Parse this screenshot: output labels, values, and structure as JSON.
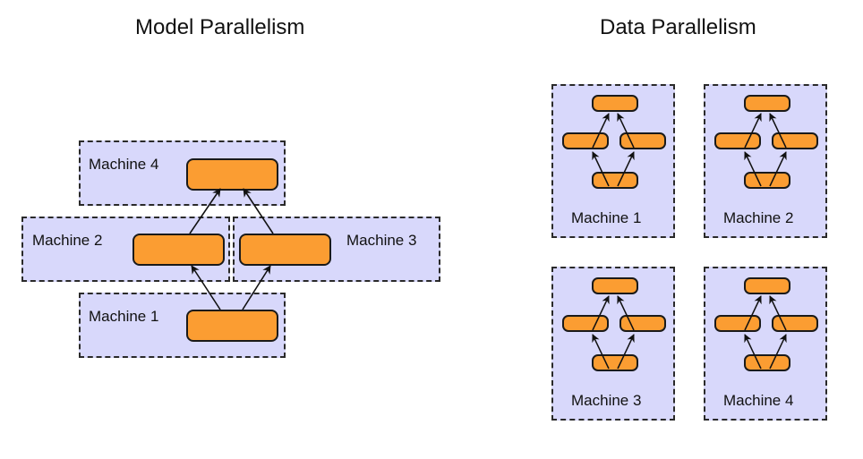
{
  "model_parallelism": {
    "title": "Model Parallelism",
    "machines": [
      {
        "label": "Machine 1"
      },
      {
        "label": "Machine 2"
      },
      {
        "label": "Machine 3"
      },
      {
        "label": "Machine 4"
      }
    ],
    "edges": [
      {
        "from": "Machine 1",
        "to": "Machine 2"
      },
      {
        "from": "Machine 1",
        "to": "Machine 3"
      },
      {
        "from": "Machine 2",
        "to": "Machine 4"
      },
      {
        "from": "Machine 3",
        "to": "Machine 4"
      }
    ]
  },
  "data_parallelism": {
    "title": "Data Parallelism",
    "machines": [
      {
        "label": "Machine 1"
      },
      {
        "label": "Machine 2"
      },
      {
        "label": "Machine 3"
      },
      {
        "label": "Machine 4"
      }
    ],
    "model_structure": {
      "nodes": [
        "bottom",
        "left",
        "right",
        "top"
      ],
      "edges": [
        {
          "from": "bottom",
          "to": "left"
        },
        {
          "from": "bottom",
          "to": "right"
        },
        {
          "from": "left",
          "to": "top"
        },
        {
          "from": "right",
          "to": "top"
        }
      ]
    }
  },
  "colors": {
    "machine_fill": "#d8d8fb",
    "node_fill": "#fb9d32",
    "border": "#1a1a1a"
  }
}
